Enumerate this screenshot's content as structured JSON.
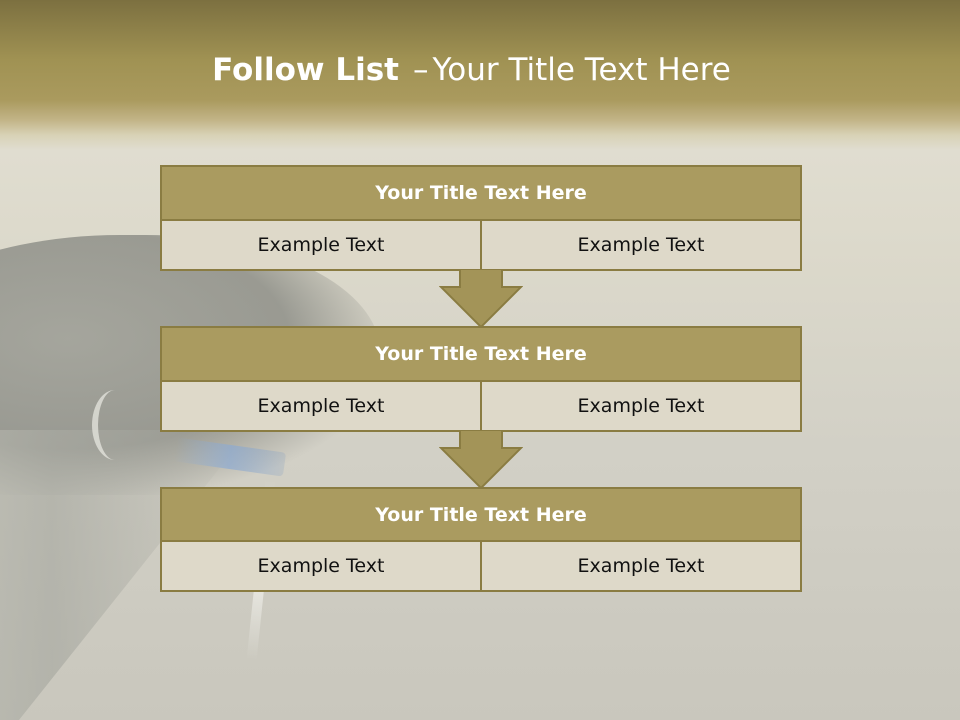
{
  "slide": {
    "title_bold": "Follow List",
    "title_separator": "–",
    "title_rest": "Your Title Text Here"
  },
  "blocks": [
    {
      "header": "Your Title Text Here",
      "cells": [
        "Example Text",
        "Example Text"
      ]
    },
    {
      "header": "Your Title Text Here",
      "cells": [
        "Example Text",
        "Example Text"
      ]
    },
    {
      "header": "Your Title Text Here",
      "cells": [
        "Example Text",
        "Example Text"
      ]
    }
  ],
  "colors": {
    "header_fill": "#aa9b60",
    "cell_fill": "#ded9c9",
    "border": "#8a7c42",
    "arrow_fill": "#a39458"
  },
  "icons": [
    "down-arrow-icon",
    "down-arrow-icon"
  ]
}
